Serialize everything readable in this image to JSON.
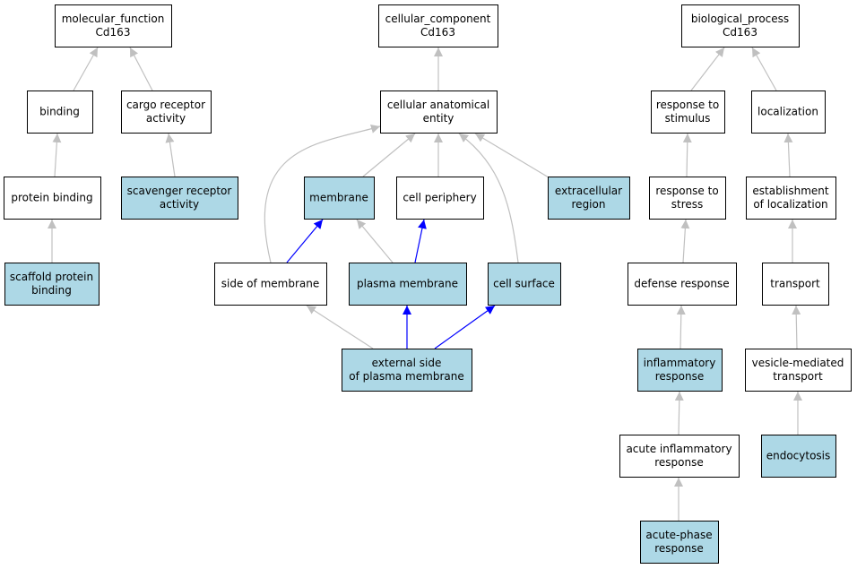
{
  "colors": {
    "highlight_fill": "#add8e6",
    "plain_fill": "#ffffff",
    "grey_edge": "#c0c0c0",
    "blue_edge": "#0000ff"
  },
  "nodes": [
    {
      "id": "mf_root",
      "lines": [
        "molecular_function",
        "Cd163"
      ],
      "highlight": false
    },
    {
      "id": "binding",
      "lines": [
        "binding"
      ],
      "highlight": false
    },
    {
      "id": "cargo_receptor_activity",
      "lines": [
        "cargo receptor",
        "activity"
      ],
      "highlight": false
    },
    {
      "id": "protein_binding",
      "lines": [
        "protein binding"
      ],
      "highlight": false
    },
    {
      "id": "scavenger_receptor_activity",
      "lines": [
        "scavenger receptor",
        "activity"
      ],
      "highlight": true
    },
    {
      "id": "scaffold_protein_binding",
      "lines": [
        "scaffold protein",
        "binding"
      ],
      "highlight": true
    },
    {
      "id": "cc_root",
      "lines": [
        "cellular_component",
        "Cd163"
      ],
      "highlight": false
    },
    {
      "id": "cellular_anatomical_entity",
      "lines": [
        "cellular anatomical",
        "entity"
      ],
      "highlight": false
    },
    {
      "id": "membrane",
      "lines": [
        "membrane"
      ],
      "highlight": true
    },
    {
      "id": "cell_periphery",
      "lines": [
        "cell periphery"
      ],
      "highlight": false
    },
    {
      "id": "extracellular_region",
      "lines": [
        "extracellular",
        "region"
      ],
      "highlight": true
    },
    {
      "id": "side_of_membrane",
      "lines": [
        "side of membrane"
      ],
      "highlight": false
    },
    {
      "id": "plasma_membrane",
      "lines": [
        "plasma membrane"
      ],
      "highlight": true
    },
    {
      "id": "cell_surface",
      "lines": [
        "cell surface"
      ],
      "highlight": true
    },
    {
      "id": "external_side_pm",
      "lines": [
        "external side",
        "of plasma membrane"
      ],
      "highlight": true
    },
    {
      "id": "bp_root",
      "lines": [
        "biological_process",
        "Cd163"
      ],
      "highlight": false
    },
    {
      "id": "response_to_stimulus",
      "lines": [
        "response to",
        "stimulus"
      ],
      "highlight": false
    },
    {
      "id": "localization",
      "lines": [
        "localization"
      ],
      "highlight": false
    },
    {
      "id": "response_to_stress",
      "lines": [
        "response to",
        "stress"
      ],
      "highlight": false
    },
    {
      "id": "establishment_of_localization",
      "lines": [
        "establishment",
        "of localization"
      ],
      "highlight": false
    },
    {
      "id": "defense_response",
      "lines": [
        "defense response"
      ],
      "highlight": false
    },
    {
      "id": "transport",
      "lines": [
        "transport"
      ],
      "highlight": false
    },
    {
      "id": "inflammatory_response",
      "lines": [
        "inflammatory",
        "response"
      ],
      "highlight": true
    },
    {
      "id": "vesicle_mediated_transport",
      "lines": [
        "vesicle-mediated",
        "transport"
      ],
      "highlight": false
    },
    {
      "id": "acute_inflammatory_response",
      "lines": [
        "acute inflammatory",
        "response"
      ],
      "highlight": false
    },
    {
      "id": "endocytosis",
      "lines": [
        "endocytosis"
      ],
      "highlight": true
    },
    {
      "id": "acute_phase_response",
      "lines": [
        "acute-phase",
        "response"
      ],
      "highlight": true
    }
  ],
  "edges": [
    {
      "from": "binding",
      "to": "mf_root",
      "kind": "grey"
    },
    {
      "from": "cargo_receptor_activity",
      "to": "mf_root",
      "kind": "grey"
    },
    {
      "from": "protein_binding",
      "to": "binding",
      "kind": "grey"
    },
    {
      "from": "scavenger_receptor_activity",
      "to": "cargo_receptor_activity",
      "kind": "grey"
    },
    {
      "from": "scaffold_protein_binding",
      "to": "protein_binding",
      "kind": "grey"
    },
    {
      "from": "cellular_anatomical_entity",
      "to": "cc_root",
      "kind": "grey"
    },
    {
      "from": "membrane",
      "to": "cellular_anatomical_entity",
      "kind": "grey"
    },
    {
      "from": "cell_periphery",
      "to": "cellular_anatomical_entity",
      "kind": "grey"
    },
    {
      "from": "extracellular_region",
      "to": "cellular_anatomical_entity",
      "kind": "grey"
    },
    {
      "from": "side_of_membrane",
      "to": "cellular_anatomical_entity",
      "kind": "grey"
    },
    {
      "from": "cell_surface",
      "to": "cellular_anatomical_entity",
      "kind": "grey"
    },
    {
      "from": "side_of_membrane",
      "to": "membrane",
      "kind": "blue"
    },
    {
      "from": "plasma_membrane",
      "to": "membrane",
      "kind": "grey"
    },
    {
      "from": "plasma_membrane",
      "to": "cell_periphery",
      "kind": "blue"
    },
    {
      "from": "external_side_pm",
      "to": "side_of_membrane",
      "kind": "grey"
    },
    {
      "from": "external_side_pm",
      "to": "plasma_membrane",
      "kind": "blue"
    },
    {
      "from": "external_side_pm",
      "to": "cell_surface",
      "kind": "blue"
    },
    {
      "from": "response_to_stimulus",
      "to": "bp_root",
      "kind": "grey"
    },
    {
      "from": "localization",
      "to": "bp_root",
      "kind": "grey"
    },
    {
      "from": "response_to_stress",
      "to": "response_to_stimulus",
      "kind": "grey"
    },
    {
      "from": "establishment_of_localization",
      "to": "localization",
      "kind": "grey"
    },
    {
      "from": "defense_response",
      "to": "response_to_stress",
      "kind": "grey"
    },
    {
      "from": "transport",
      "to": "establishment_of_localization",
      "kind": "grey"
    },
    {
      "from": "inflammatory_response",
      "to": "defense_response",
      "kind": "grey"
    },
    {
      "from": "vesicle_mediated_transport",
      "to": "transport",
      "kind": "grey"
    },
    {
      "from": "acute_inflammatory_response",
      "to": "inflammatory_response",
      "kind": "grey"
    },
    {
      "from": "endocytosis",
      "to": "vesicle_mediated_transport",
      "kind": "grey"
    },
    {
      "from": "acute_phase_response",
      "to": "acute_inflammatory_response",
      "kind": "grey"
    }
  ]
}
